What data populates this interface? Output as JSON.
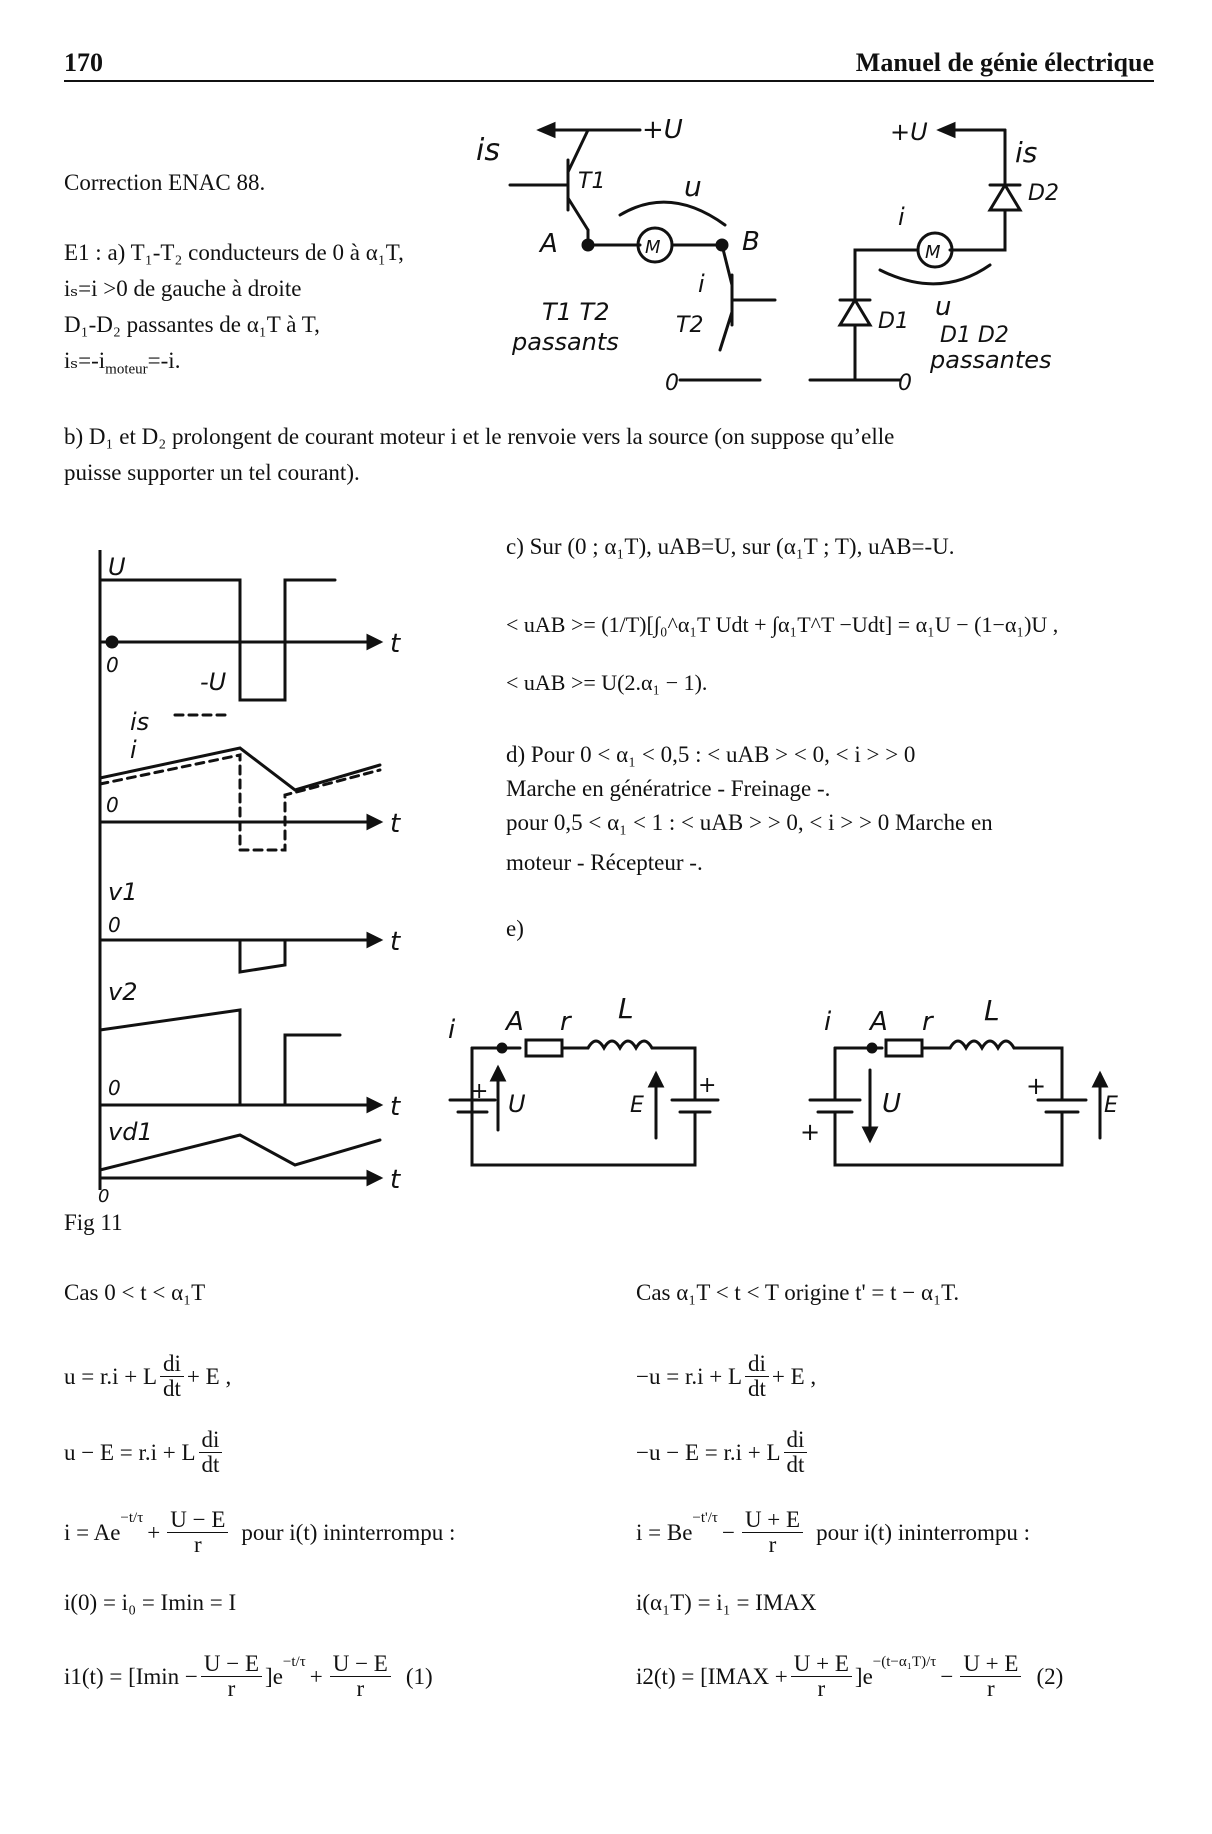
{
  "header": {
    "page_number": "170",
    "book_title": "Manuel de génie électrique"
  },
  "intro": {
    "correction": "Correction ENAC 88.",
    "e1_line1": "E1 : a) T₁-T₂ conducteurs de 0 à α₁T,",
    "e1_line2": "iₛ=i >0 de gauche à droite",
    "e1_line3": "D₁-D₂ passantes de α₁T à T,",
    "e1_line4": "iₛ=-i",
    "e1_line4_sub": "moteur",
    "e1_line4_end": "=-i."
  },
  "top_diagram": {
    "is": "is",
    "plus_u_left": "+U",
    "t1": "T1",
    "u": "u",
    "a": "A",
    "b": "B",
    "m_left": "M",
    "i_left": "i",
    "t1t2": "T1 T2",
    "passants": "passants",
    "t2": "T2",
    "zero_left": "0",
    "plus_u_right": "+U",
    "is_right": "is",
    "d2": "D2",
    "i_right": "i",
    "m_right": "M",
    "u_right": "u",
    "d1": "D1",
    "d1d2": "D1 D2",
    "passantes": "passantes",
    "zero_right": "0"
  },
  "section_b": {
    "line1": "b) D₁ et D₂ prolongent de courant moteur i et le renvoie vers la source (on suppose qu’elle",
    "line2": "puisse supporter un tel courant)."
  },
  "section_c": {
    "line1": "c) Sur (0 ; α₁T), uAB=U, sur (α₁T ; T), uAB=-U.",
    "eq1": "< uAB >= (1/T)[∫₀^α₁T Udt + ∫α₁T^T −Udt] = α₁U − (1−α₁)U ,",
    "eq2": "< uAB >= U(2.α₁ − 1)."
  },
  "section_d": {
    "line1": "d)  Pour   0 < α₁ < 0,5   :   < uAB >  < 0,   < i >  > 0",
    "line2": "Marche en génératrice - Freinage -.",
    "line3": "pour 0,5 < α₁ < 1 : < uAB >  > 0, < i >  > 0 Marche en",
    "line4": "moteur - Récepteur -."
  },
  "section_e": {
    "label": "e)"
  },
  "waveforms": {
    "u": "U",
    "zero1": "0",
    "t1": "t",
    "minus_u": "-U",
    "is": "is",
    "i": "i",
    "zero2": "0",
    "t2": "t",
    "v1": "v1",
    "zero3": "0",
    "t3": "t",
    "v2": "v2",
    "zero4": "0",
    "t4": "t",
    "vd1": "vd1",
    "zero5": "0",
    "t5": "t"
  },
  "fig_label": "Fig 11",
  "circuit_left": {
    "i": "i",
    "a": "A",
    "r": "r",
    "l": "L",
    "u": "U",
    "e": "E",
    "plus1": "+",
    "plus2": "+"
  },
  "circuit_right": {
    "i": "i",
    "a": "A",
    "r": "r",
    "l": "L",
    "u": "U",
    "e": "E",
    "plus1": "+",
    "plus2": "+"
  },
  "case_left": {
    "title": "Cas  0 < t < α₁T",
    "eq1_lhs": "u = r.i + L",
    "eq1_frac_n": "di",
    "eq1_frac_d": "dt",
    "eq1_rhs": "+ E ,",
    "eq2_lhs": "u − E = r.i + L",
    "eq2_frac_n": "di",
    "eq2_frac_d": "dt",
    "eq3_lhs": "i = Ae",
    "eq3_exp": "−t/τ",
    "eq3_plus": "+",
    "eq3_frac_n": "U − E",
    "eq3_frac_d": "r",
    "eq3_text": "pour i(t) ininterrompu :",
    "eq4": "i(0) = i₀ = Imin = I",
    "eq5_lhs": "i1(t) = [Imin −",
    "eq5_frac_n": "U − E",
    "eq5_frac_d": "r",
    "eq5_mid": "]e",
    "eq5_exp": "−t/τ",
    "eq5_plus": "+",
    "eq5_frac2_n": "U − E",
    "eq5_frac2_d": "r",
    "eq5_num": "(1)"
  },
  "case_right": {
    "title": "Cas  α₁T < t < T  origine  t' = t − α₁T.",
    "eq1_lhs": "−u = r.i + L",
    "eq1_frac_n": "di",
    "eq1_frac_d": "dt",
    "eq1_rhs": "+ E ,",
    "eq2_lhs": "−u − E = r.i + L",
    "eq2_frac_n": "di",
    "eq2_frac_d": "dt",
    "eq3_lhs": "i = Be",
    "eq3_exp": "−t'/τ",
    "eq3_minus": "−",
    "eq3_frac_n": "U + E",
    "eq3_frac_d": "r",
    "eq3_text": "pour i(t) ininterrompu :",
    "eq4": "i(α₁T) = i₁ = IMAX",
    "eq5_lhs": "i2(t) = [IMAX +",
    "eq5_frac_n": "U + E",
    "eq5_frac_d": "r",
    "eq5_mid": "]e",
    "eq5_exp": "−(t−α₁T)/τ",
    "eq5_minus": "−",
    "eq5_frac2_n": "U + E",
    "eq5_frac2_d": "r",
    "eq5_num": "(2)"
  }
}
